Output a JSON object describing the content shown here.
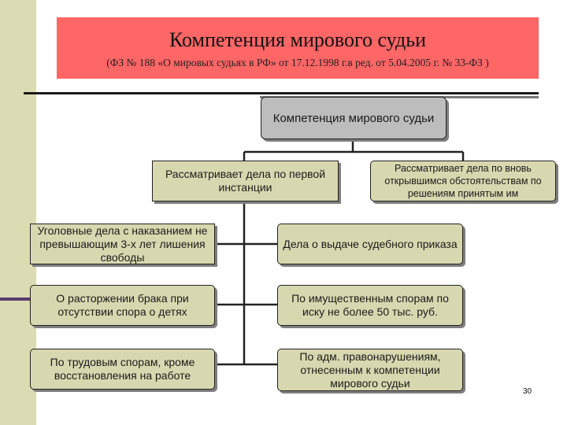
{
  "header": {
    "title": "Компетенция мирового судьи",
    "subtitle": "(ФЗ № 188 «О мировых судьях в РФ» от 17.12.1998 г.в ред. от 5.04.2005 г. № 33-ФЗ )"
  },
  "diagram": {
    "root": "Компетенция мирового судьи",
    "branches": [
      {
        "label": "Рассматривает дела по первой инстанции",
        "items": [
          "Уголовные дела с наказанием не превышающим 3-х лет лишения свободы",
          "О расторжении брака при отсутствии спора о детях",
          "По трудовым спорам, кроме восстановления на работе"
        ]
      },
      {
        "label": "Рассматривает дела по вновь открывшимся обстоятельствам по решениям принятым им",
        "items": [
          "Дела о выдаче судебного приказа",
          "По имущественным спорам по иску не более 50 тыс. руб.",
          "По адм. правонарушениям, отнесенным к компетенции мирового судьи"
        ]
      }
    ]
  },
  "footer": {
    "page_number": "30"
  },
  "colors": {
    "title_background": "#ff6666",
    "node_fill": "#d8d8b0",
    "root_fill": "#bdbdbd",
    "left_band": "#dcdcb4"
  }
}
